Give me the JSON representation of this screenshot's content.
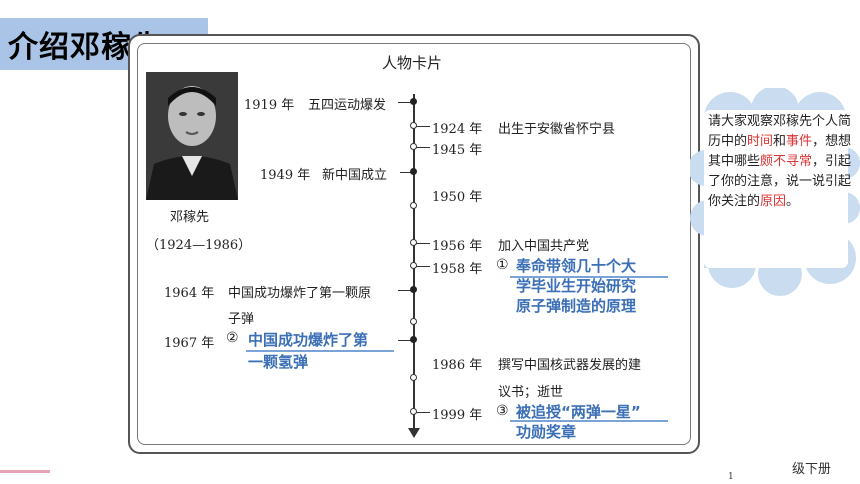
{
  "slide_title": "介绍邓稼先",
  "card": {
    "title": "人物卡片",
    "person_name": "邓稼先",
    "person_years": "（1924—1986）"
  },
  "timeline_left": [
    {
      "year": "1919 年",
      "event": "五四运动爆发"
    },
    {
      "year": "1949 年",
      "event": "新中国成立"
    },
    {
      "year": "1964 年",
      "event": "中国成功爆炸了第一颗原",
      "event_line2": "子弹"
    },
    {
      "year": "1967 年",
      "marker": "②",
      "answer_line1": "中国成功爆炸了第",
      "answer_line2": "一颗氢弹"
    }
  ],
  "timeline_right": [
    {
      "year": "1924 年",
      "event": "出生于安徽省怀宁县"
    },
    {
      "year": "1945 年"
    },
    {
      "year": "1950 年"
    },
    {
      "year": "1956 年",
      "event": "加入中国共产党"
    },
    {
      "year": "1958 年",
      "marker": "①",
      "answer_line1": "奉命带领几十个大",
      "answer_line2": "学毕业生开始研究",
      "answer_line3": "原子弹制造的原理"
    },
    {
      "year": "1986 年",
      "event": "撰写中国核武器发展的建",
      "event_line2": "议书；逝世"
    },
    {
      "year": "1999 年",
      "marker": "③",
      "answer_line1": "被追授“两弹一星”",
      "answer_line2": "功勋奖章"
    }
  ],
  "cloud": {
    "p1": "请大家观察邓稼先个人简历中的",
    "k1": "时间",
    "p2": "和",
    "k2": "事件",
    "p3": "，想想其中哪些",
    "k3": "颇不寻常",
    "p4": "，引起了你的注意，说一说引起你关注的",
    "k4": "原因",
    "p5": "。"
  },
  "footer": {
    "label": "级下册",
    "page": "1"
  },
  "colors": {
    "title_tab": "#a9c4e6",
    "handwriting": "#3b6fb6",
    "highlight_red": "#d33",
    "cloud_fill": "#c9dcf0",
    "accent_bar": "#e8a2b6"
  }
}
